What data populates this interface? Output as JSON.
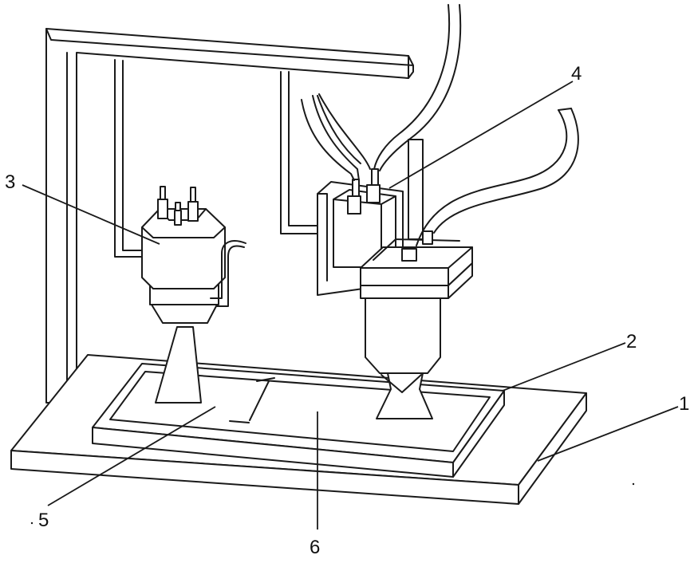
{
  "labels": {
    "base": "1",
    "frame": "2",
    "left_unit": "3",
    "right_unit": "4",
    "zone_left": "5",
    "zone_right": "6"
  },
  "colors": {
    "line": "#1a1a1a",
    "background": "#ffffff"
  }
}
